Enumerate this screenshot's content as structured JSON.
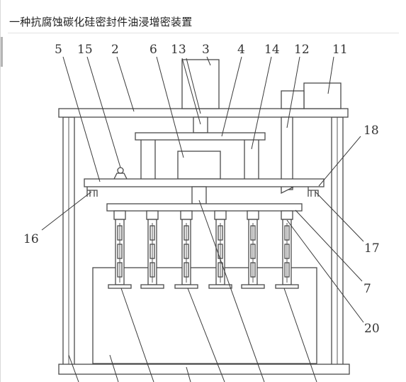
{
  "title": "一种抗腐蚀碳化硅密封件油浸增密装置",
  "figure": {
    "labels": [
      "5",
      "15",
      "2",
      "6",
      "13",
      "3",
      "4",
      "14",
      "12",
      "11",
      "18",
      "16",
      "17",
      "7",
      "20"
    ],
    "colors": {
      "line": "#4a4a4a",
      "label": "#333333"
    }
  }
}
